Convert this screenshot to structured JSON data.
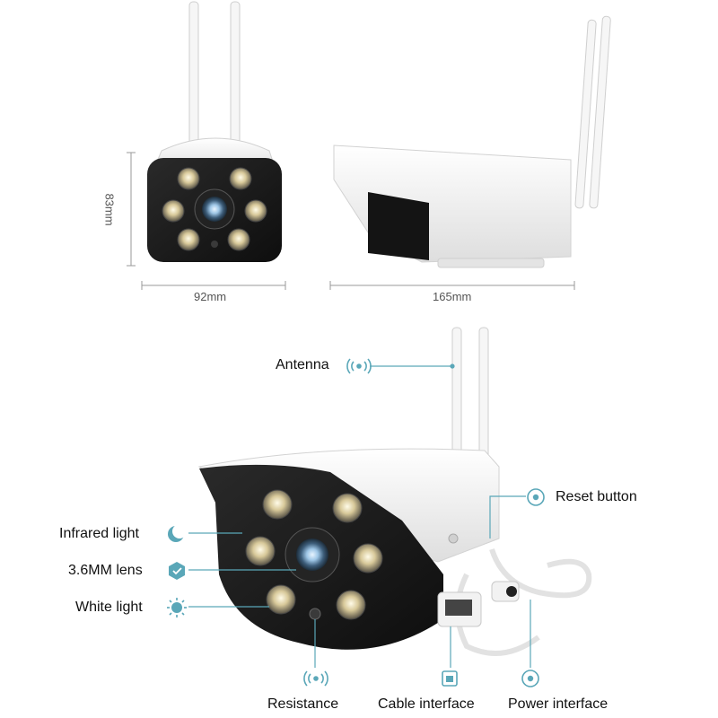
{
  "dimensions": {
    "height": "83mm",
    "width": "92mm",
    "length": "165mm"
  },
  "callouts": {
    "antenna": "Antenna",
    "reset_button": "Reset button",
    "infrared_light": "Infrared light",
    "lens": "3.6MM lens",
    "white_light": "White light",
    "resistance": "Resistance",
    "cable_interface": "Cable interface",
    "power_interface": "Power interface"
  },
  "colors": {
    "accent": "#5aa7b8",
    "housing": "#f4f4f4",
    "face": "#1b1b1b",
    "dimension_line": "#999999"
  },
  "icons": {
    "antenna": "wireless-signal-icon",
    "reset": "reset-circle-icon",
    "infrared": "moon-icon",
    "lens": "lens-shield-icon",
    "white_light": "sun-icon",
    "resistance": "wireless-signal-icon",
    "cable": "ethernet-port-icon",
    "power": "power-circle-icon"
  }
}
